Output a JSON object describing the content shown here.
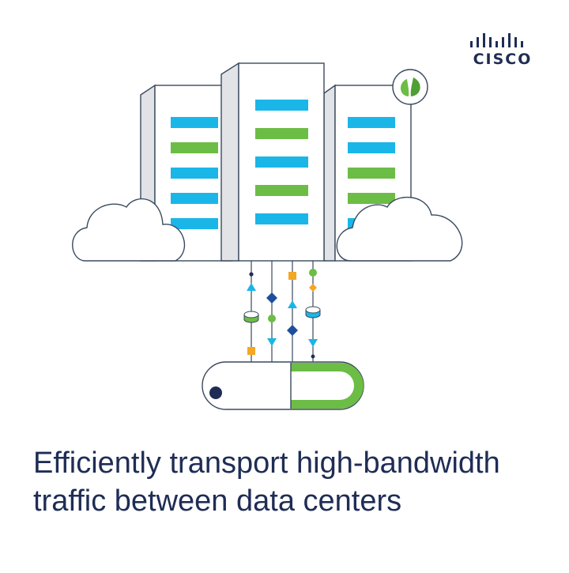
{
  "brand": {
    "logo_text": "CISCO"
  },
  "headline": {
    "line1": "Efficiently transport high-bandwidth",
    "line2": "traffic between data centers"
  },
  "colors": {
    "navy": "#1f2d55",
    "blue": "#1ab6e8",
    "green": "#6cbd45",
    "orange": "#f5a623",
    "diamond": "#1d4f9c",
    "outline": "#3a4a5e",
    "shade": "#e1e3e6"
  },
  "illustration": {
    "servers": [
      {
        "name": "left-server",
        "slots": [
          "blue",
          "green",
          "blue",
          "blue",
          "blue"
        ]
      },
      {
        "name": "center-server",
        "slots": [
          "blue",
          "green",
          "blue",
          "green",
          "blue"
        ]
      },
      {
        "name": "right-server",
        "slots": [
          "blue",
          "blue",
          "green",
          "green",
          "blue"
        ]
      }
    ],
    "badge_icon": "leaf-icon",
    "transport_icon": "pill-switch-icon"
  }
}
